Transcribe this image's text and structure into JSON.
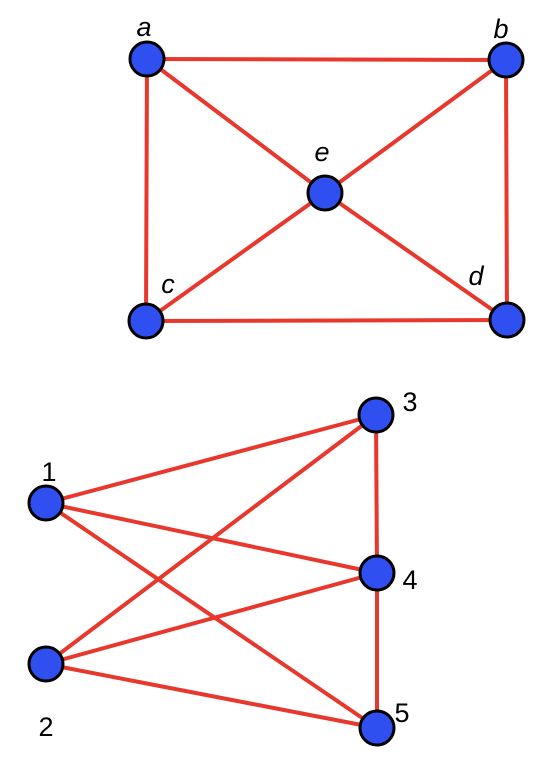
{
  "colors": {
    "edge": "#e8372d",
    "node_fill": "#2f4ff0",
    "node_stroke": "#000000",
    "label": "#000000"
  },
  "graphs": [
    {
      "id": "top-graph",
      "label_style": "italic",
      "nodes": [
        {
          "id": "a",
          "label": "a"
        },
        {
          "id": "b",
          "label": "b"
        },
        {
          "id": "c",
          "label": "c"
        },
        {
          "id": "d",
          "label": "d"
        },
        {
          "id": "e",
          "label": "e"
        }
      ],
      "edges": [
        [
          "a",
          "b"
        ],
        [
          "a",
          "c"
        ],
        [
          "a",
          "e"
        ],
        [
          "b",
          "e"
        ],
        [
          "b",
          "d"
        ],
        [
          "c",
          "e"
        ],
        [
          "c",
          "d"
        ],
        [
          "e",
          "d"
        ]
      ]
    },
    {
      "id": "bottom-graph",
      "label_style": "normal",
      "nodes": [
        {
          "id": "1",
          "label": "1"
        },
        {
          "id": "2",
          "label": "2"
        },
        {
          "id": "3",
          "label": "3"
        },
        {
          "id": "4",
          "label": "4"
        },
        {
          "id": "5",
          "label": "5"
        }
      ],
      "edges": [
        [
          "1",
          "3"
        ],
        [
          "1",
          "4"
        ],
        [
          "1",
          "5"
        ],
        [
          "2",
          "3"
        ],
        [
          "2",
          "4"
        ],
        [
          "2",
          "5"
        ],
        [
          "3",
          "4"
        ],
        [
          "4",
          "5"
        ]
      ]
    }
  ]
}
